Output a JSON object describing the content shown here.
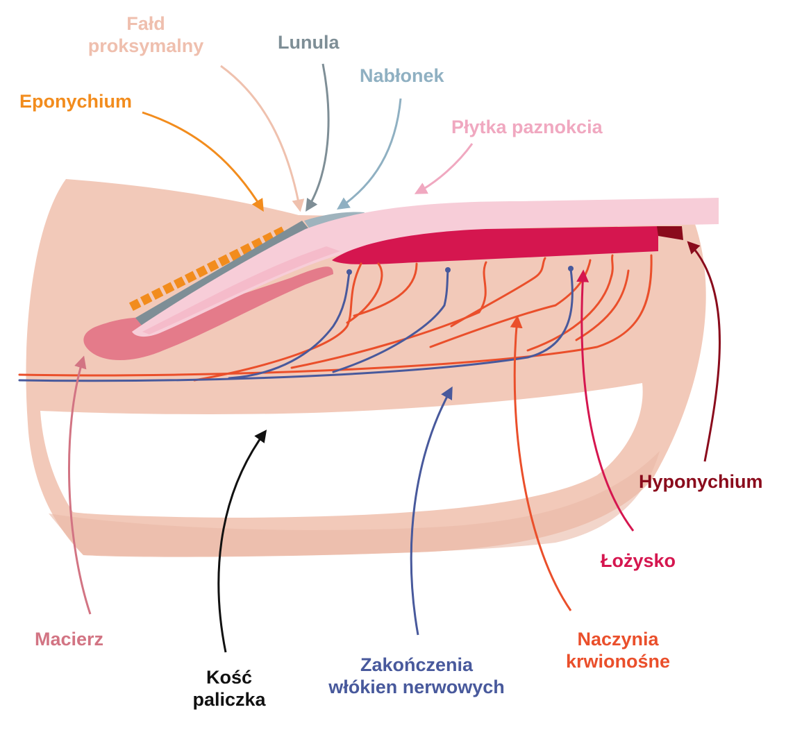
{
  "labels": {
    "fald_line1": "Fałd",
    "fald_line2": "proksymalny",
    "lunula": "Lunula",
    "nablonek": "Nabłonek",
    "eponychium": "Eponychium",
    "plytka": "Płytka paznokcia",
    "hyponychium": "Hyponychium",
    "lozysko": "Łożysko",
    "macierz": "Macierz",
    "kosc_line1": "Kość",
    "kosc_line2": "paliczka",
    "zakonczenia_line1": "Zakończenia",
    "zakonczenia_line2": "włókien nerwowych",
    "naczynia_line1": "Naczynia",
    "naczynia_line2": "krwionośne"
  },
  "colors": {
    "skin": "#f2c9b9",
    "skin_shadow": "#e6b3a3",
    "nail_plate": "#f7cdd8",
    "nail_bed": "#d5164f",
    "hyponychium": "#8a0b1c",
    "matrix": "#e47b8a",
    "eponychium": "#f28c1d",
    "epithelium": "#9fb3bd",
    "lunula": "#7e8e96",
    "proximal_fold": "#e8b7a5",
    "nerve": "#48599c",
    "vessel": "#ea4f2b",
    "bone": "#ffffff",
    "bone_label": "#111111"
  }
}
